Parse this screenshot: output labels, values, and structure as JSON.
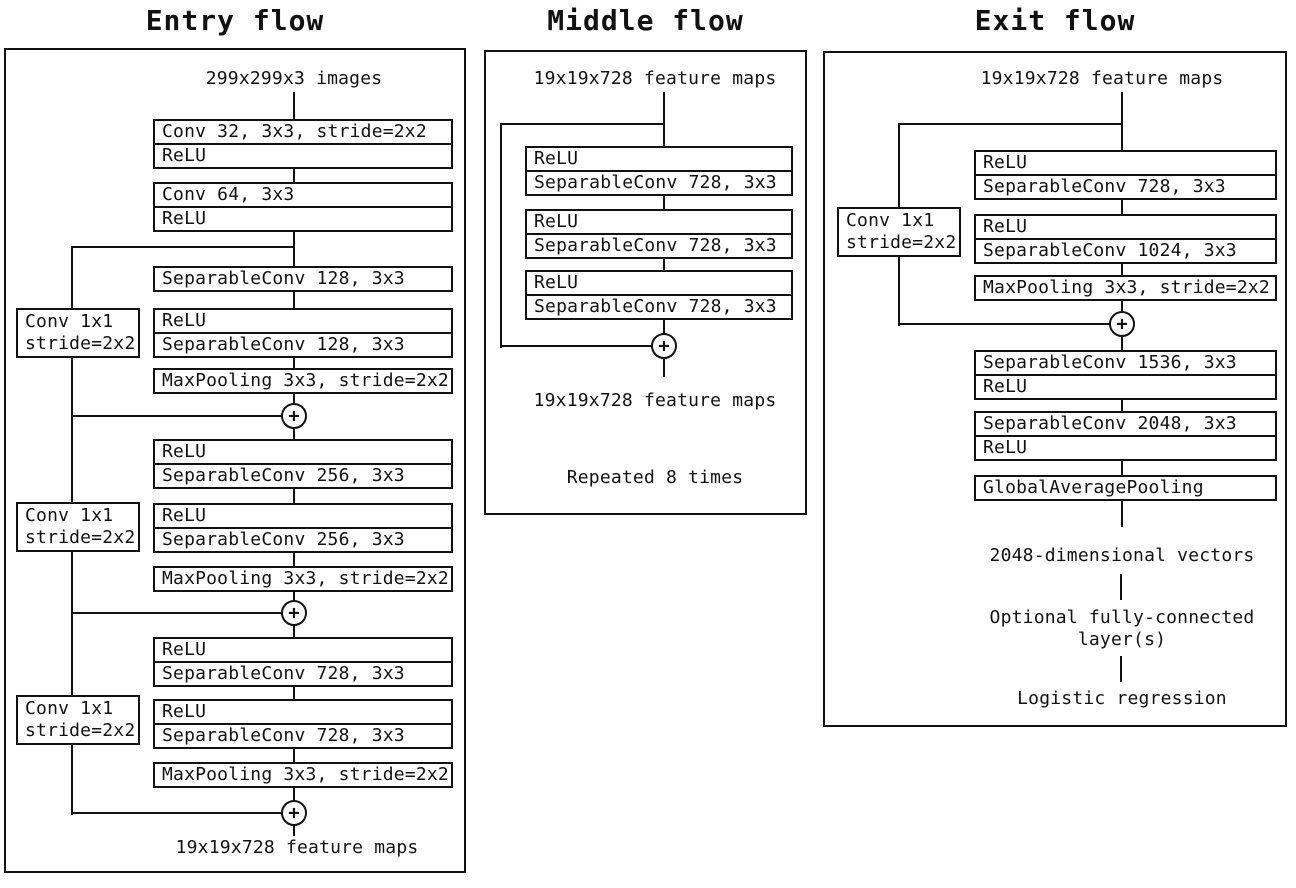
{
  "figure": {
    "plus_symbol": "+",
    "line_color": "#111111",
    "background": "#ffffff"
  },
  "panels": [
    {
      "title": "Entry flow",
      "top_label": "299x299x3 images",
      "bottom_label": "19x19x728 feature maps",
      "boxes": [
        {
          "rows": [
            "Conv 32, 3x3, stride=2x2",
            "ReLU"
          ]
        },
        {
          "rows": [
            "Conv 64, 3x3",
            "ReLU"
          ]
        },
        {
          "rows": [
            "SeparableConv 128, 3x3"
          ]
        },
        {
          "rows": [
            "ReLU",
            "SeparableConv 128, 3x3"
          ]
        },
        {
          "rows": [
            "MaxPooling 3x3, stride=2x2"
          ]
        },
        {
          "rows": [
            "ReLU",
            "SeparableConv 256, 3x3"
          ]
        },
        {
          "rows": [
            "ReLU",
            "SeparableConv 256, 3x3"
          ]
        },
        {
          "rows": [
            "MaxPooling 3x3, stride=2x2"
          ]
        },
        {
          "rows": [
            "ReLU",
            "SeparableConv 728, 3x3"
          ]
        },
        {
          "rows": [
            "ReLU",
            "SeparableConv 728, 3x3"
          ]
        },
        {
          "rows": [
            "MaxPooling 3x3, stride=2x2"
          ]
        }
      ],
      "skip_boxes": [
        {
          "line1": "Conv 1x1",
          "line2": "stride=2x2"
        },
        {
          "line1": "Conv 1x1",
          "line2": "stride=2x2"
        },
        {
          "line1": "Conv 1x1",
          "line2": "stride=2x2"
        }
      ]
    },
    {
      "title": "Middle flow",
      "top_label": "19x19x728 feature maps",
      "bottom_label": "19x19x728 feature maps",
      "note": "Repeated 8 times",
      "boxes": [
        {
          "rows": [
            "ReLU",
            "SeparableConv 728, 3x3"
          ]
        },
        {
          "rows": [
            "ReLU",
            "SeparableConv 728, 3x3"
          ]
        },
        {
          "rows": [
            "ReLU",
            "SeparableConv 728, 3x3"
          ]
        }
      ]
    },
    {
      "title": "Exit flow",
      "top_label": "19x19x728 feature maps",
      "boxes": [
        {
          "rows": [
            "ReLU",
            "SeparableConv 728, 3x3"
          ]
        },
        {
          "rows": [
            "ReLU",
            "SeparableConv 1024, 3x3"
          ]
        },
        {
          "rows": [
            "MaxPooling 3x3, stride=2x2"
          ]
        },
        {
          "rows": [
            "SeparableConv 1536, 3x3",
            "ReLU"
          ]
        },
        {
          "rows": [
            "SeparableConv 2048, 3x3",
            "ReLU"
          ]
        },
        {
          "rows": [
            "GlobalAveragePooling"
          ]
        }
      ],
      "skip_boxes": [
        {
          "line1": "Conv 1x1",
          "line2": "stride=2x2"
        }
      ],
      "tail": {
        "vectors": "2048-dimensional vectors",
        "fc_line1": "Optional fully-connected",
        "fc_line2": "layer(s)",
        "logistic": "Logistic regression"
      }
    }
  ]
}
